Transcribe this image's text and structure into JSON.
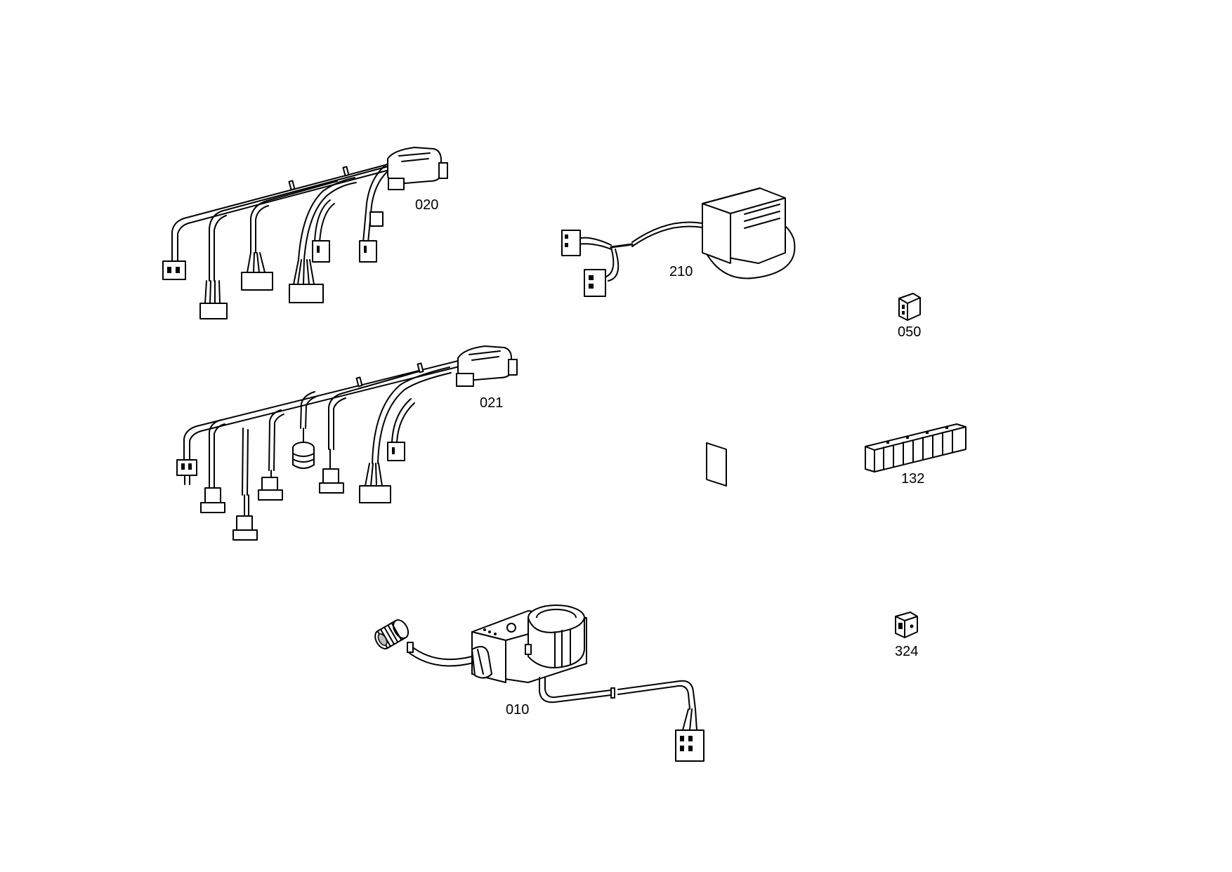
{
  "diagram": {
    "parts": [
      {
        "id": "harness-a",
        "label": "020"
      },
      {
        "id": "harness-b",
        "label": "021"
      },
      {
        "id": "lamp",
        "label": "210"
      },
      {
        "id": "small-connector",
        "label": "050"
      },
      {
        "id": "terminal-strip",
        "label": "132"
      },
      {
        "id": "clip",
        "label": "324"
      },
      {
        "id": "switch",
        "label": "010"
      }
    ],
    "colors": {
      "line": "#000000",
      "background": "#ffffff"
    }
  }
}
